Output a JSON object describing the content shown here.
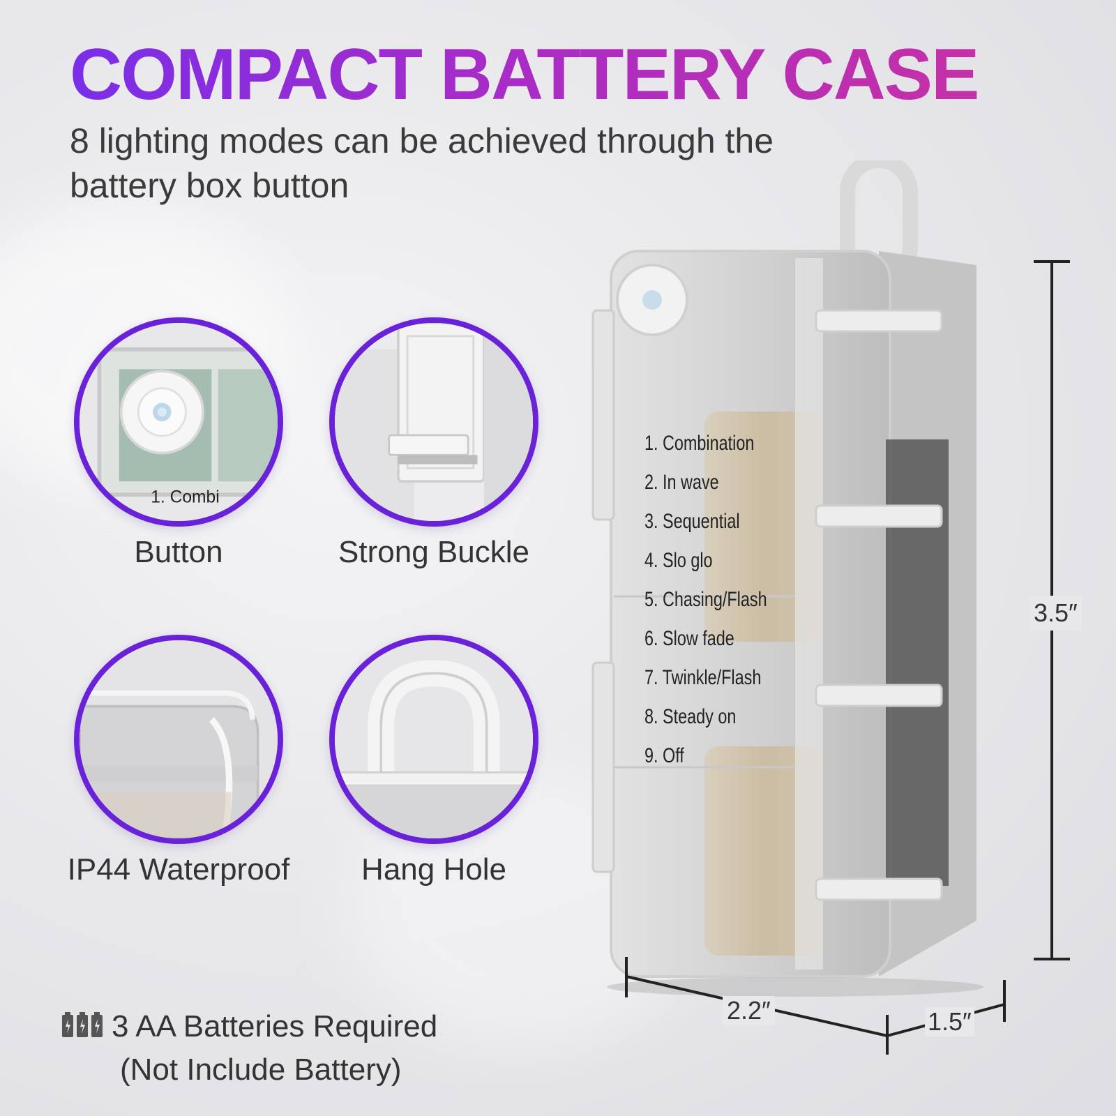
{
  "header": {
    "title": "COMPACT BATTERY CASE",
    "subtitle": "8 lighting modes can be achieved through the battery box button"
  },
  "features": [
    {
      "label": "Button",
      "icon": "button-closeup"
    },
    {
      "label": "Strong Buckle",
      "icon": "buckle-closeup"
    },
    {
      "label": "IP44 Waterproof",
      "icon": "waterproof-closeup"
    },
    {
      "label": "Hang Hole",
      "icon": "hang-hole-closeup"
    }
  ],
  "button_closeup_text": "1. Combi",
  "modes": [
    "1. Combination",
    "2. In wave",
    "3. Sequential",
    "4. Slo glo",
    "5. Chasing/Flash",
    "6. Slow fade",
    "7. Twinkle/Flash",
    "8. Steady on",
    "9. Off"
  ],
  "dimensions": {
    "height": "3.5″",
    "width": "2.2″",
    "depth": "1.5″"
  },
  "battery_note": {
    "line1": "3 AA Batteries Required",
    "line2": "(Not Include Battery)"
  },
  "colors": {
    "accent": "#6a22d8",
    "title_start": "#7a2ee8",
    "title_end": "#c530a6"
  }
}
